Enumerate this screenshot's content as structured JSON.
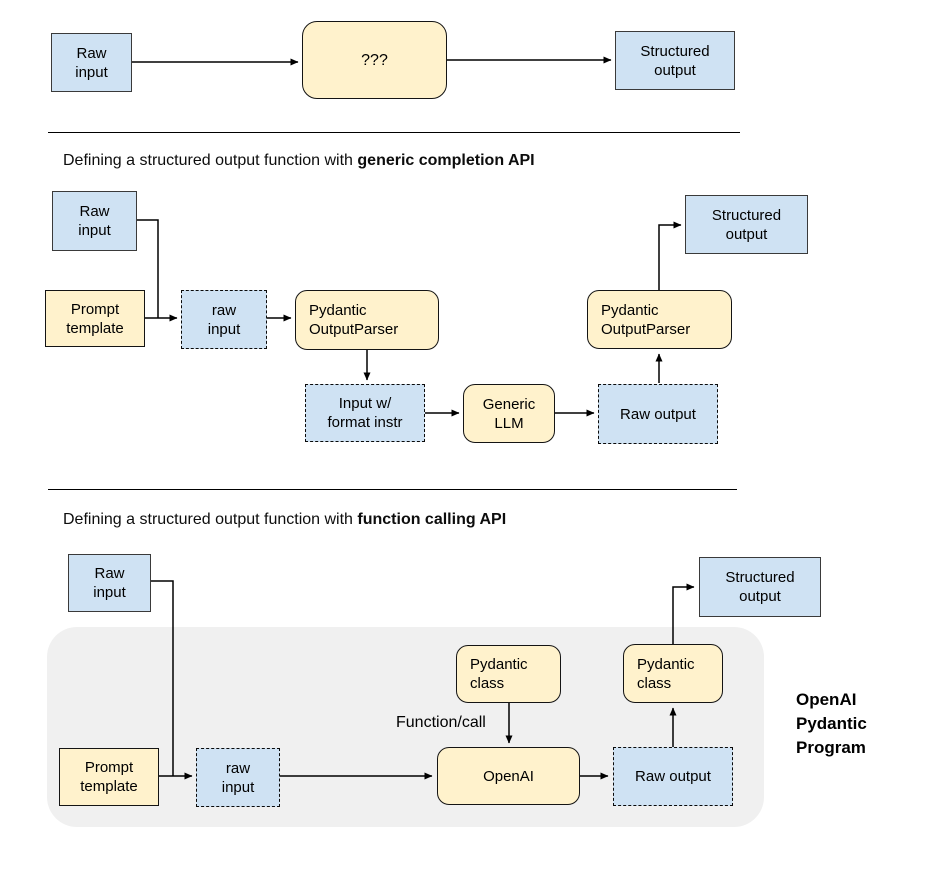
{
  "diagram": {
    "colors": {
      "box_blue_fill": "#cfe2f3",
      "box_yellow_fill": "#fff2cc",
      "container_gray_fill": "#f0f0f0",
      "line_color": "#000000"
    },
    "top": {
      "raw_input": "Raw\ninput",
      "mystery": "???",
      "structured_output": "Structured\noutput"
    },
    "generic_section": {
      "heading_prefix": "Defining a structured output function with ",
      "heading_bold": "generic completion API",
      "raw_input": "Raw\ninput",
      "prompt_template": "Prompt\ntemplate",
      "raw_input_value": "raw\ninput",
      "output_parser_1": "Pydantic\nOutputParser",
      "input_with_format": "Input w/\nformat instr",
      "generic_llm": "Generic\nLLM",
      "raw_output": "Raw output",
      "output_parser_2": "Pydantic\nOutputParser",
      "structured_output": "Structured\noutput"
    },
    "function_section": {
      "heading_prefix": "Defining a structured output function with ",
      "heading_bold": "function calling API",
      "raw_input": "Raw\ninput",
      "prompt_template": "Prompt\ntemplate",
      "raw_input_value": "raw\ninput",
      "pydantic_class_1": "Pydantic\nclass",
      "function_call_label": "Function/call",
      "openai": "OpenAI",
      "raw_output": "Raw output",
      "pydantic_class_2": "Pydantic\nclass",
      "structured_output": "Structured\noutput",
      "program_label": "OpenAI\nPydantic\nProgram"
    }
  }
}
